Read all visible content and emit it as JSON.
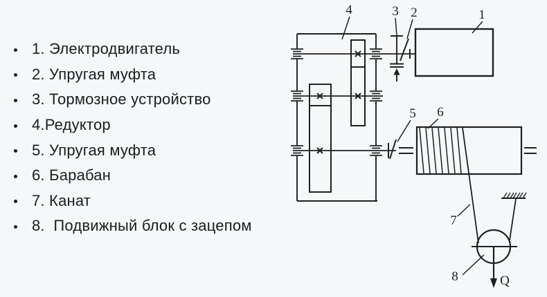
{
  "colors": {
    "background": "#f6f7f9",
    "ink": "#1f1f1f",
    "text": "#1c1c1c"
  },
  "legend": {
    "items": [
      {
        "text": "1. Электродвигатель"
      },
      {
        "text": "2. Упругая муфта"
      },
      {
        "text": "3. Тормозное устройство"
      },
      {
        "text": "4.Редуктор"
      },
      {
        "text": "5. Упругая муфта"
      },
      {
        "text": "6. Барабан"
      },
      {
        "text": "7. Канат"
      },
      {
        "text": "8.  Подвижный блок с зацепом"
      }
    ]
  },
  "diagram": {
    "callouts": [
      {
        "target": "electric-motor",
        "label": "1"
      },
      {
        "target": "elastic-coupling",
        "label": "2"
      },
      {
        "target": "brake-device",
        "label": "3"
      },
      {
        "target": "gearbox",
        "label": "4"
      },
      {
        "target": "elastic-coupling-2",
        "label": "5"
      },
      {
        "target": "drum",
        "label": "6"
      },
      {
        "target": "rope",
        "label": "7"
      },
      {
        "target": "movable-block",
        "label": "8"
      }
    ],
    "load_label": "Q"
  }
}
